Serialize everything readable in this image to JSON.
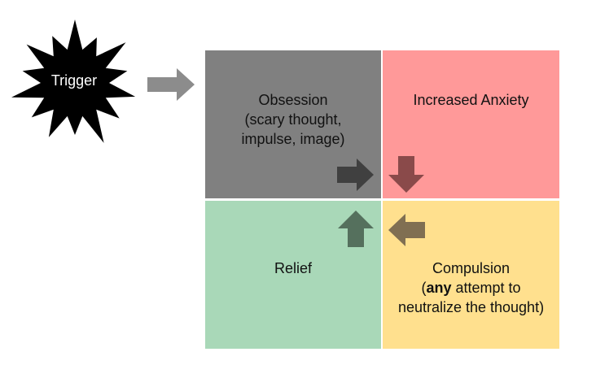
{
  "colors": {
    "trigger_fill": "#000000",
    "trigger_arrow": "#8c8c8c",
    "obsession_fill": "#808080",
    "anxiety_fill": "#ff9999",
    "relief_fill": "#a9d8b8",
    "compulsion_fill": "#ffe08e",
    "arrow_obsession_to_anxiety": "#404040",
    "arrow_anxiety_to_compulsion": "#8a4a4a",
    "arrow_compulsion_to_relief": "#806f52",
    "arrow_relief_to_obsession": "#55705d"
  },
  "trigger": {
    "label": "Trigger"
  },
  "quadrants": {
    "obsession": {
      "lines": [
        "Obsession",
        "(scary thought,",
        "impulse, image)"
      ]
    },
    "anxiety": {
      "lines": [
        "Increased Anxiety"
      ]
    },
    "relief": {
      "lines": [
        "Relief"
      ]
    },
    "compulsion": {
      "line1": "Compulsion",
      "line2_open": "(",
      "line2_bold": "any",
      "line2_rest": " attempt to",
      "line3": "neutralize the thought)"
    }
  }
}
